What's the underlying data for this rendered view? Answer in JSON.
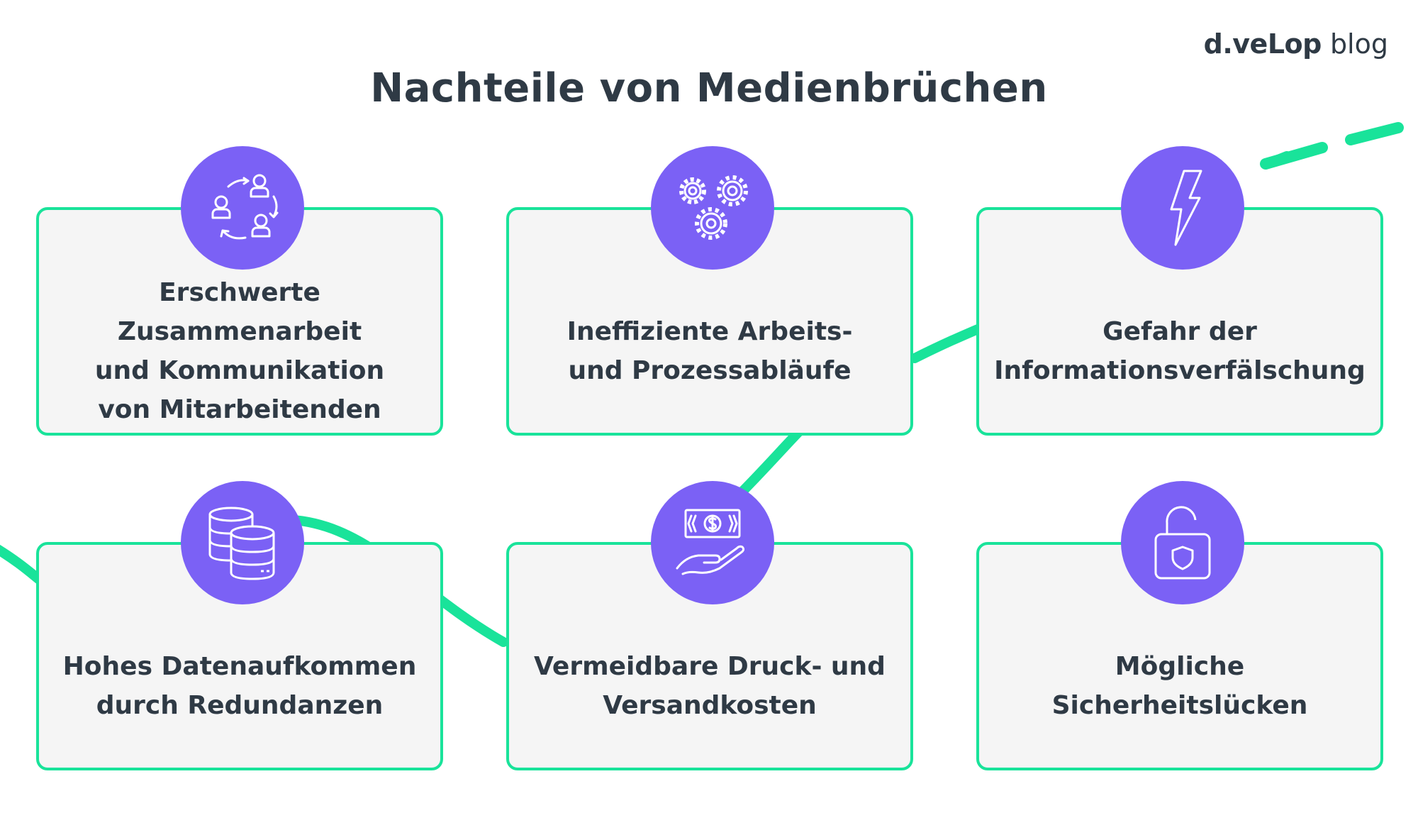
{
  "header": {
    "title": "Nachteile von Medienbrüchen",
    "brand_name": "d.veLop",
    "brand_suffix": "blog"
  },
  "colors": {
    "accent_green": "#19e39a",
    "icon_purple": "#7b61f5",
    "card_bg": "#f5f5f5",
    "text_dark": "#2f3a45"
  },
  "cards": [
    {
      "icon": "people-cycle-icon",
      "label": "Erschwerte Zusammenarbeit\nund Kommunikation\nvon Mitarbeitenden"
    },
    {
      "icon": "gears-icon",
      "label": "Ineffiziente Arbeits-\nund Prozessabläufe"
    },
    {
      "icon": "lightning-icon",
      "label": "Gefahr der\nInformationsverfälschung"
    },
    {
      "icon": "database-icon",
      "label": "Hohes Datenaufkommen\ndurch Redundanzen"
    },
    {
      "icon": "money-hand-icon",
      "label": "Vermeidbare Druck- und\nVersandkosten"
    },
    {
      "icon": "open-lock-icon",
      "label": "Mögliche\nSicherheitslücken"
    }
  ]
}
